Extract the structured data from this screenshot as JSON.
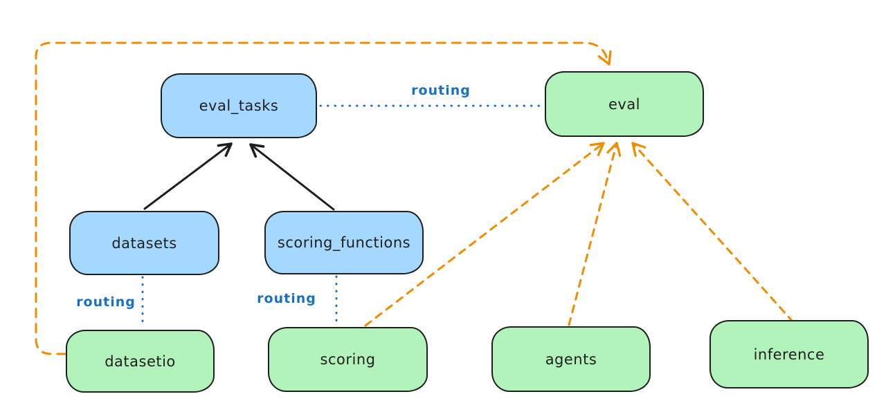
{
  "diagram": {
    "type": "architecture-flow-diagram",
    "background": "#ffffff",
    "palette": {
      "registry_node_fill": "#a5d8ff",
      "provider_node_fill": "#b2f2bb",
      "node_outline": "#1e1e1e",
      "routing_edge_color": "#1971c2",
      "provider_edge_color": "#f08c00",
      "solid_edge_color": "#1e1e1e"
    },
    "nodes": {
      "eval_tasks": {
        "label": "eval_tasks",
        "fill": "#a5d8ff"
      },
      "eval": {
        "label": "eval",
        "fill": "#b2f2bb"
      },
      "datasets": {
        "label": "datasets",
        "fill": "#a5d8ff"
      },
      "scoring_functions": {
        "label": "scoring_functions",
        "fill": "#a5d8ff"
      },
      "datasetio": {
        "label": "datasetio",
        "fill": "#b2f2bb"
      },
      "scoring": {
        "label": "scoring",
        "fill": "#b2f2bb"
      },
      "agents": {
        "label": "agents",
        "fill": "#b2f2bb"
      },
      "inference": {
        "label": "inference",
        "fill": "#b2f2bb"
      }
    },
    "labels": {
      "routing_top": "routing",
      "routing_left": "routing",
      "routing_mid": "routing"
    },
    "edges": [
      {
        "from": "datasets",
        "to": "eval_tasks",
        "style": "solid",
        "arrow": true,
        "color": "#1e1e1e"
      },
      {
        "from": "scoring_functions",
        "to": "eval_tasks",
        "style": "solid",
        "arrow": true,
        "color": "#1e1e1e"
      },
      {
        "from": "eval_tasks",
        "to": "eval",
        "style": "dotted",
        "arrow": false,
        "color": "#1971c2",
        "label": "routing"
      },
      {
        "from": "datasets",
        "to": "datasetio",
        "style": "dotted",
        "arrow": false,
        "color": "#1971c2",
        "label": "routing"
      },
      {
        "from": "scoring_functions",
        "to": "scoring",
        "style": "dotted",
        "arrow": false,
        "color": "#1971c2",
        "label": "routing"
      },
      {
        "from": "datasetio",
        "to": "eval",
        "style": "dashed",
        "arrow": true,
        "color": "#f08c00"
      },
      {
        "from": "scoring",
        "to": "eval",
        "style": "dashed",
        "arrow": true,
        "color": "#f08c00"
      },
      {
        "from": "agents",
        "to": "eval",
        "style": "dashed",
        "arrow": true,
        "color": "#f08c00"
      },
      {
        "from": "inference",
        "to": "eval",
        "style": "dashed",
        "arrow": true,
        "color": "#f08c00"
      }
    ]
  }
}
